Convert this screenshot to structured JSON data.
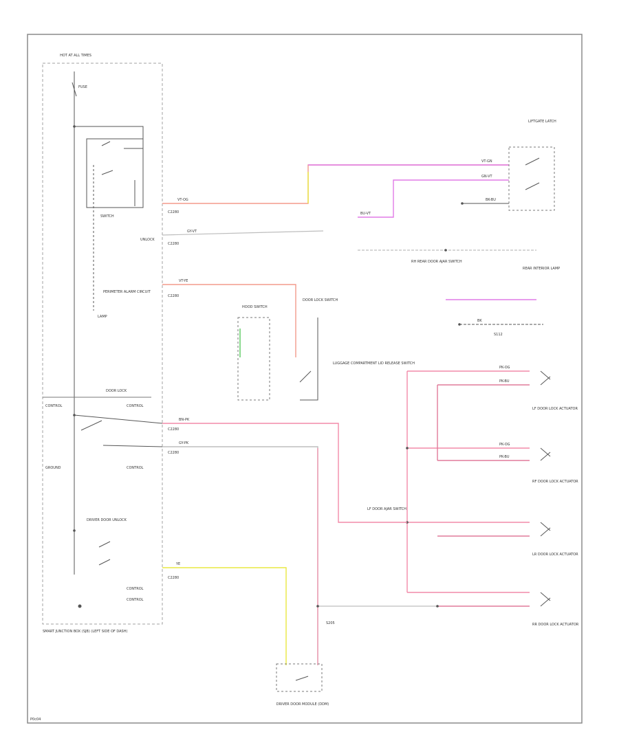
{
  "diagram_code": "P0c04",
  "colors": {
    "frame": "#8a8a8a",
    "wire_black": "#555555",
    "wire_pink": "#f28aa8",
    "wire_red": "#f39a8c",
    "wire_gray": "#bdbdbd",
    "wire_violet": "#e07ae6",
    "wire_yellow": "#e9e840",
    "wire_green": "#59c95d",
    "dashed_box": "#a0a0a0"
  },
  "module": {
    "top_label": "HOT AT ALL TIMES",
    "fuse_label": "FUSE",
    "name": "SMART JUNCTION BOX (SJB) (LEFT SIDE OF DASH)",
    "relay_label": "SWITCH",
    "lamp_label": "LAMP",
    "circuit_label": "PERIMETER ALARM CIRCUIT",
    "door_lock_label": "DOOR LOCK",
    "control_labels": [
      "CONTROL",
      "CONTROL",
      "CONTROL",
      "CONTROL",
      "CONTROL"
    ],
    "ground_label": "GROUND",
    "unlock_label": "UNLOCK",
    "driver_unlock_label": "DRIVER DOOR UNLOCK",
    "connector_labels": [
      "C2280",
      "C2280",
      "C2280",
      "C2280",
      "C2280",
      "C2280"
    ]
  },
  "wire_labels": {
    "w1": "VT-OG",
    "w2": "BU-VT",
    "w3": "GN-VT",
    "w4": "VT-GN",
    "w5": "GY-VT",
    "w6": "BK-BU",
    "w7": "PK-OG",
    "w8": "PK-BU",
    "w9": "BN-PK",
    "w10": "GY-PK",
    "w11": "BK",
    "w12": "YE",
    "w13": "VT-YE"
  },
  "components": {
    "trunk_switch": "LUGGAGE COMPARTMENT LID RELEASE SWITCH",
    "rh_door_ajar": "RH REAR DOOR AJAR SWITCH",
    "rear_lamp": "REAR INTERIOR LAMP",
    "lf_door_lock": "LF DOOR LOCK ACTUATOR",
    "lf_door_ajar": "LF DOOR AJAR SWITCH",
    "rf_door_lock": "RF DOOR LOCK ACTUATOR",
    "lr_door_lock": "LR DOOR LOCK ACTUATOR",
    "rr_door_lock": "RR DOOR LOCK ACTUATOR",
    "liftgate": "LIFTGATE LATCH",
    "splice1": "S112",
    "splice2": "S205",
    "lf_switch": "DOOR LOCK SWITCH",
    "hood_switch": "HOOD SWITCH",
    "driver_module": "DRIVER DOOR MODULE (DDM)"
  }
}
